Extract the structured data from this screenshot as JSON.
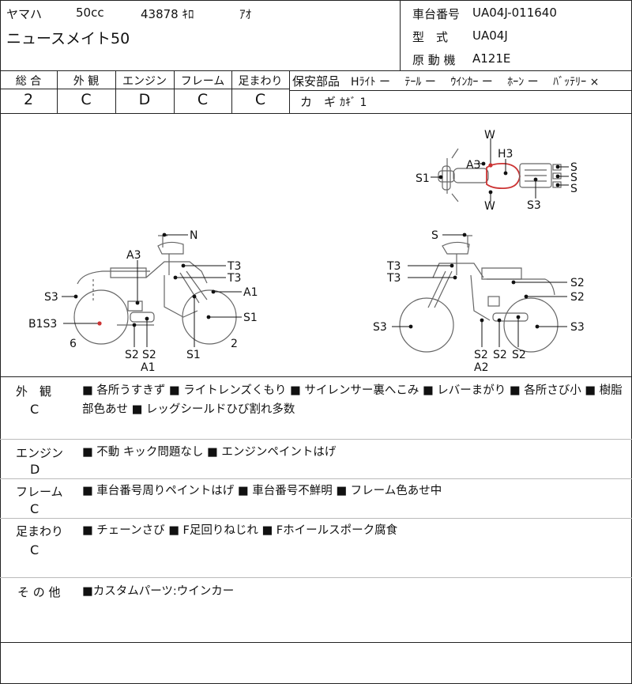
{
  "header": {
    "maker": "ヤマハ",
    "displacement": "50cc",
    "mileage": "43878 ｷﾛ",
    "color": "ｱｵ",
    "model_name": "ニュースメイト50",
    "chassis_label": "車台番号",
    "chassis_value": "UA04J-011640",
    "type_label": "型　式",
    "type_value": "UA04J",
    "engine_label": "原 動 機",
    "engine_value": "A121E"
  },
  "grades": {
    "columns": [
      {
        "label": "総 合",
        "value": "2"
      },
      {
        "label": "外 観",
        "value": "C"
      },
      {
        "label": "エンジン",
        "value": "D"
      },
      {
        "label": "フレーム",
        "value": "C"
      },
      {
        "label": "足まわり",
        "value": "C"
      }
    ]
  },
  "safety": {
    "label": "保安部品",
    "items": "Hﾗｲﾄ ー　 ﾃｰﾙ ー　 ｳｲﾝｶｰ ー　 ﾎｰﾝ ー　 ﾊﾞｯﾃﾘｰ ×",
    "key_label": "カ　ギ",
    "key_value": "ｶｷﾞ 1"
  },
  "diagram": {
    "top_labels": {
      "w_top": "W",
      "h3": "H3",
      "a3": "A3",
      "s1": "S1",
      "s_a": "S",
      "s_b": "S",
      "s_c": "S",
      "s3": "S3",
      "w_bottom": "W"
    },
    "left_labels": {
      "n": "N",
      "a3": "A3",
      "t3a": "T3",
      "t3b": "T3",
      "a1": "A1",
      "s3": "S3",
      "b1s3": "B1S3",
      "s1r": "S1",
      "n6": "6",
      "n2": "2",
      "s2a": "S2",
      "s2b": "S2",
      "s1b": "S1",
      "a1b": "A1"
    },
    "right_labels": {
      "s": "S",
      "t3a": "T3",
      "t3b": "T3",
      "s2a": "S2",
      "s2b": "S2",
      "s3l": "S3",
      "s3r": "S3",
      "s2c": "S2",
      "s2d": "S2",
      "s2e": "S2",
      "a2": "A2"
    }
  },
  "sections": [
    {
      "title": "外　観",
      "grade": "C",
      "text": "■ 各所うすきず ■ ライトレンズくもり ■ サイレンサー裏へこみ ■ レバーまがり ■ 各所さび小 ■ 樹脂部色あせ ■ レッグシールドひび割れ多数"
    },
    {
      "title": "エンジン",
      "grade": "D",
      "text": "■ 不動 キック問題なし ■ エンジンペイントはげ"
    },
    {
      "title": "フレーム",
      "grade": "C",
      "text": "■ 車台番号周りペイントはげ ■ 車台番号不鮮明 ■ フレーム色あせ中"
    },
    {
      "title": "足まわり",
      "grade": "C",
      "text": "■ チェーンさび ■ F足回りねじれ ■ Fホイールスポーク腐食"
    },
    {
      "title": "そ の 他",
      "grade": "",
      "text": "■カスタムパーツ:ウインカー"
    }
  ]
}
